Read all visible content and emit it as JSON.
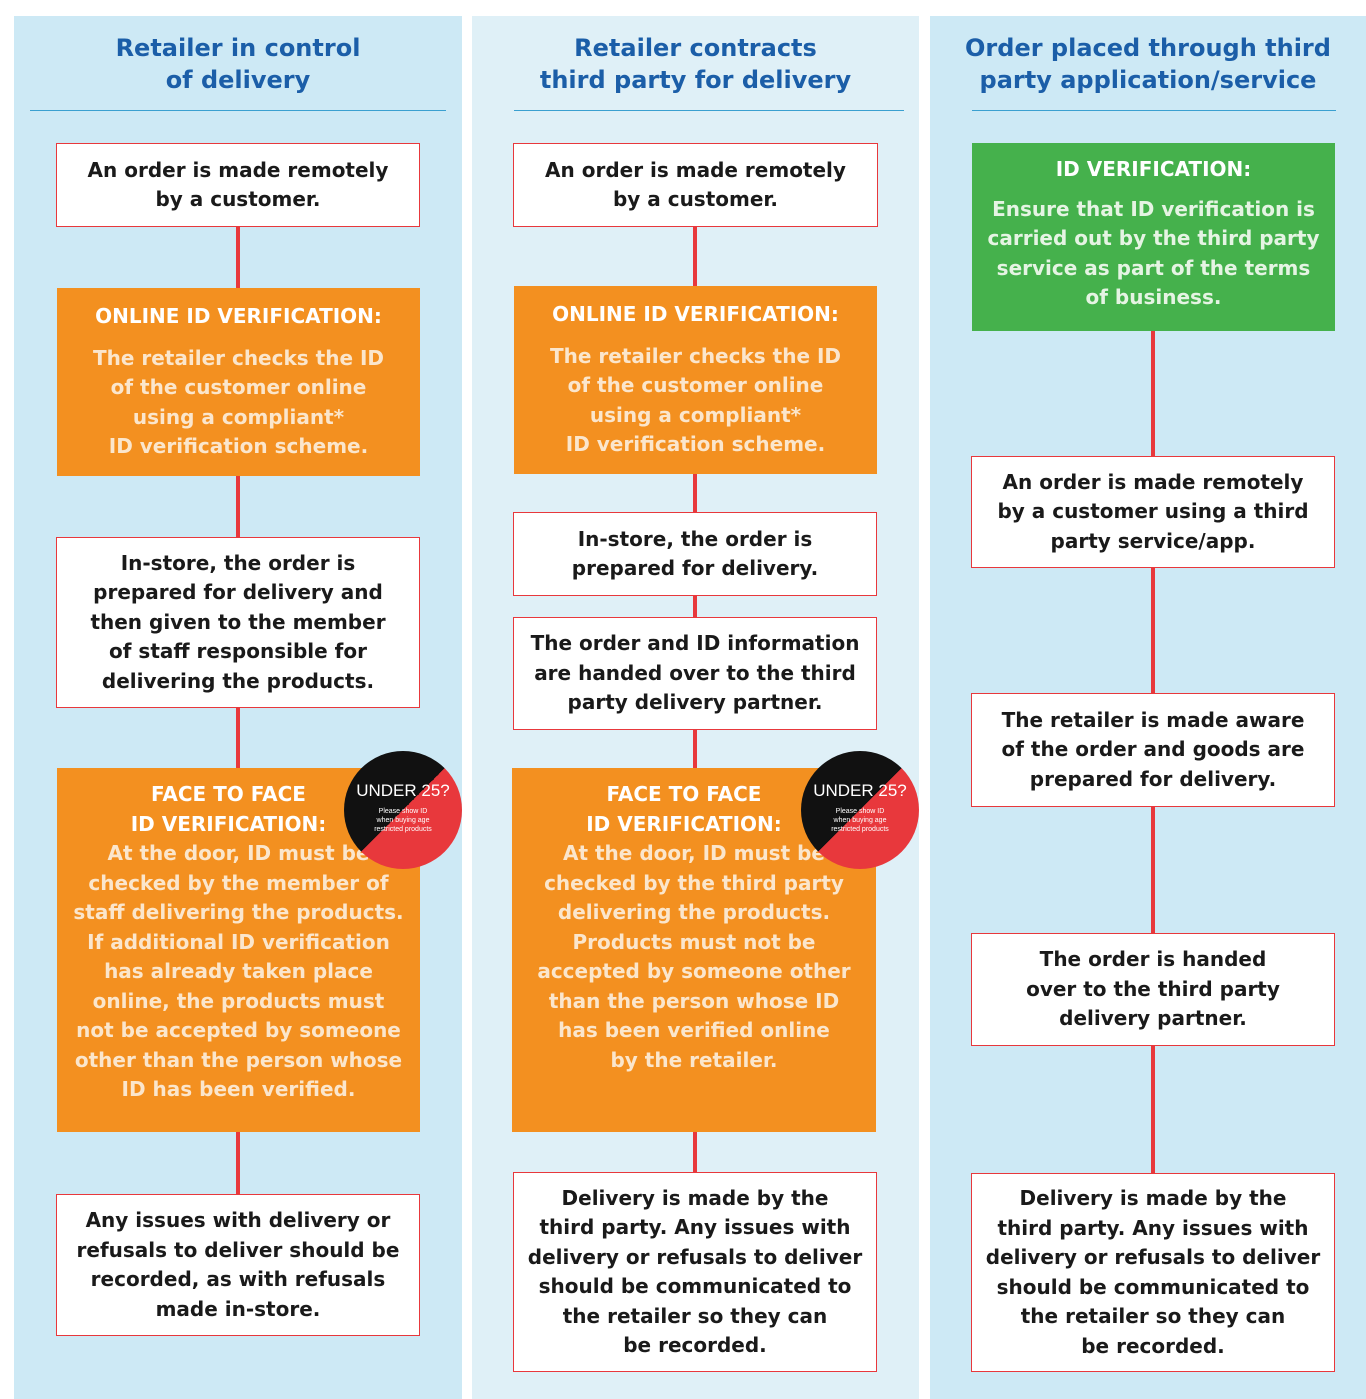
{
  "columns": [
    {
      "title": "Retailer in control\nof delivery",
      "boxes": [
        {
          "text": "An order is made remotely\nby a customer."
        },
        {
          "heading": "ONLINE ID VERIFICATION:",
          "body": "The retailer checks the ID\nof the customer online\nusing a compliant*\nID verification scheme."
        },
        {
          "text": "In-store, the order is\nprepared for delivery and\nthen given to the member\nof staff responsible for\ndelivering the products."
        },
        {
          "heading": "FACE TO FACE\nID VERIFICATION:",
          "body": "At the door, ID must be\nchecked by the member of\nstaff delivering the products.\nIf additional ID verification\nhas already taken place\nonline, the products must\nnot be accepted by someone\nother than the person whose\nID has been verified."
        },
        {
          "text": "Any issues with delivery or\nrefusals to deliver should be\nrecorded, as with refusals\nmade in-store."
        }
      ]
    },
    {
      "title": "Retailer contracts\nthird party for delivery",
      "boxes": [
        {
          "text": "An order is made remotely\nby a customer."
        },
        {
          "heading": "ONLINE ID VERIFICATION:",
          "body": "The retailer checks the ID\nof the customer online\nusing a compliant*\nID verification scheme."
        },
        {
          "text": "In-store, the order is\nprepared for delivery."
        },
        {
          "text": "The order and ID information\nare handed over to the third\nparty delivery partner."
        },
        {
          "heading": "FACE TO FACE\nID VERIFICATION:",
          "body": "At the door, ID must be\nchecked by the third party\ndelivering the products.\nProducts must not be\naccepted by someone other\nthan the person whose ID\nhas been verified online\nby the retailer."
        },
        {
          "text": "Delivery is made by the\nthird party. Any issues with\ndelivery or refusals to deliver\nshould be communicated to\nthe retailer so they can\nbe recorded."
        }
      ]
    },
    {
      "title": "Order placed through third\nparty application/service",
      "boxes": [
        {
          "heading": "ID VERIFICATION:",
          "body": "Ensure that ID verification is\ncarried out by the third party\nservice as part of the terms\nof business."
        },
        {
          "text": "An order is made remotely\nby a customer using a third\nparty service/app."
        },
        {
          "text": "The retailer is made aware\nof the order and goods are\nprepared for delivery."
        },
        {
          "text": "The order is handed\nover to the third party\ndelivery partner."
        },
        {
          "text": "Delivery is made by the\nthird party. Any issues with\ndelivery or refusals to deliver\nshould be communicated to\nthe retailer so they can\nbe recorded."
        }
      ]
    }
  ],
  "badge": {
    "title": "UNDER 25?",
    "subtitle": "Please show ID\nwhen buying age\nrestricted products"
  },
  "colors": {
    "column_bg": "#cde9f5",
    "title": "#1b5ea8",
    "connector": "#e8383c",
    "orange_box": "#f39020",
    "green_box": "#45b14c"
  }
}
